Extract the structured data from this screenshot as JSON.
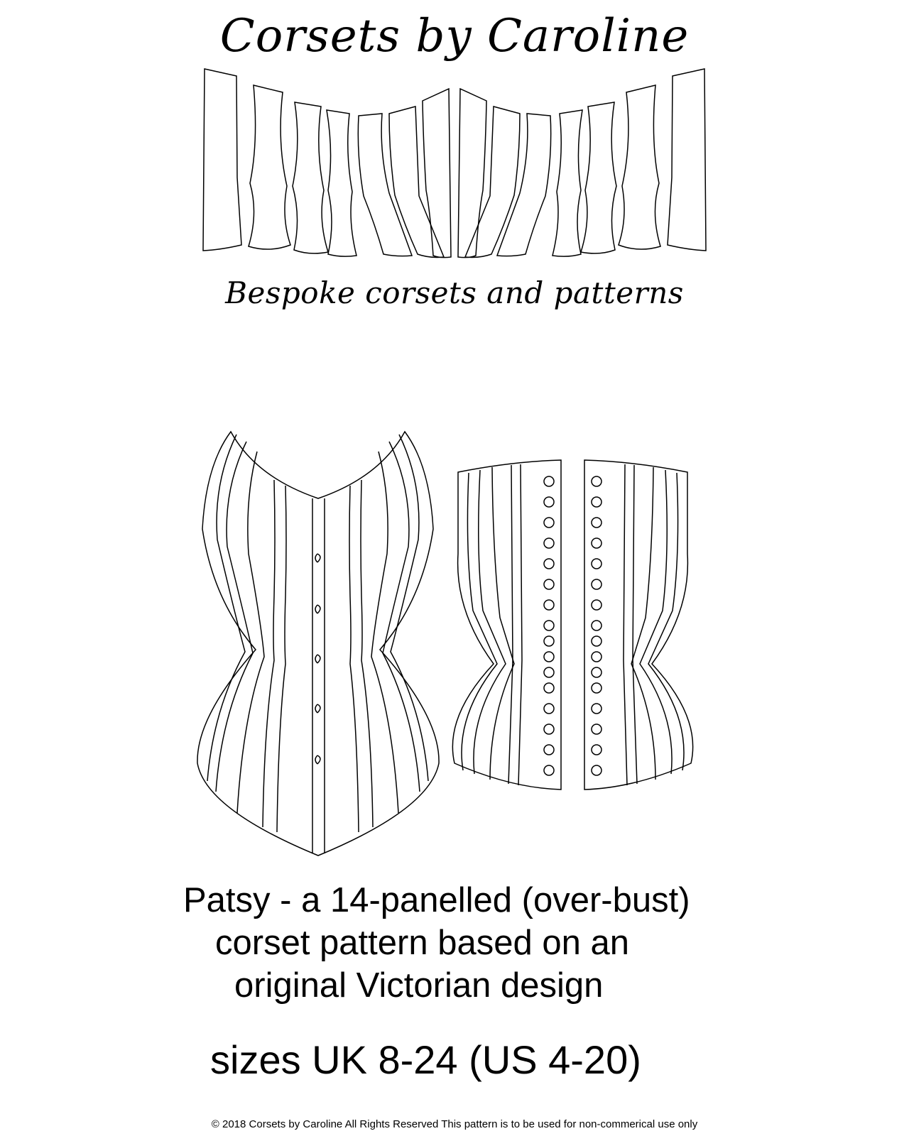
{
  "header": {
    "brand": "Corsets by Caroline",
    "tagline": "Bespoke corsets and patterns"
  },
  "product": {
    "description_lines": [
      "Patsy - a 14-panelled (over-bust)",
      "corset pattern based on an",
      "original Victorian design"
    ],
    "sizes": "sizes UK 8-24 (US 4-20)"
  },
  "illustrations": {
    "top": "flat-pattern-pieces",
    "front_view": "corset-front-with-busk",
    "back_view": "corset-back-with-eyelets"
  },
  "footer": {
    "copyright": "© 2018 Corsets by Caroline All Rights Reserved This pattern is to be used for non-commerical use only"
  }
}
